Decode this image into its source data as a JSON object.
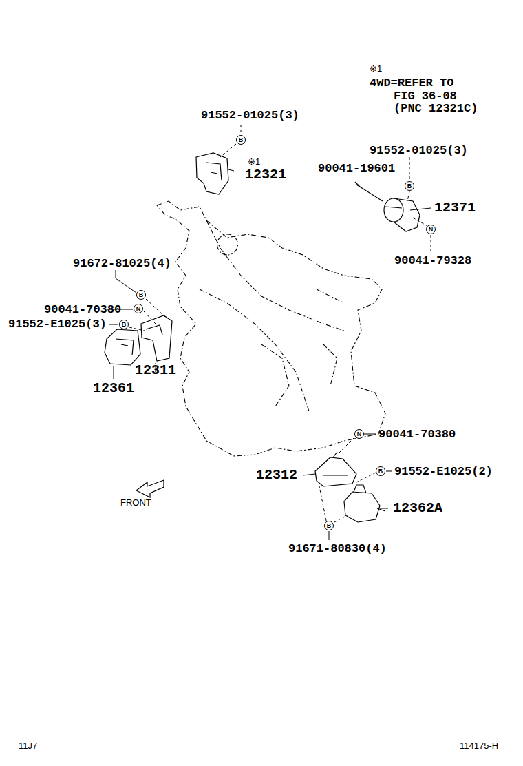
{
  "diagram": {
    "nodes": [
      {
        "text": [
          "B"
        ]
      },
      {
        "text": [
          "B"
        ]
      },
      {
        "text": [
          "N"
        ]
      },
      {
        "text": [
          "B"
        ]
      },
      {
        "text": [
          "N"
        ]
      },
      {
        "text": [
          "B"
        ]
      },
      {
        "text": [
          "N"
        ]
      },
      {
        "text": [
          "B"
        ]
      },
      {
        "text": [
          "B"
        ]
      }
    ],
    "labels": [
      "※1",
      "4WD=REFER TO",
      "FIG 36-08",
      "(PNC 12321C)",
      "91552-01025(3)",
      "※1",
      "12321",
      "91552-01025(3)",
      "90041-19601",
      "12371",
      "90041-79328",
      "91672-81025(4)",
      "90041-70380",
      "91552-E1025(3)",
      "12311",
      "12361",
      "90041-70380",
      "12312",
      "91552-E1025(2)",
      "12362A",
      "FRONT",
      "91671-80830(4)",
      "11J7",
      "114175-H"
    ]
  }
}
